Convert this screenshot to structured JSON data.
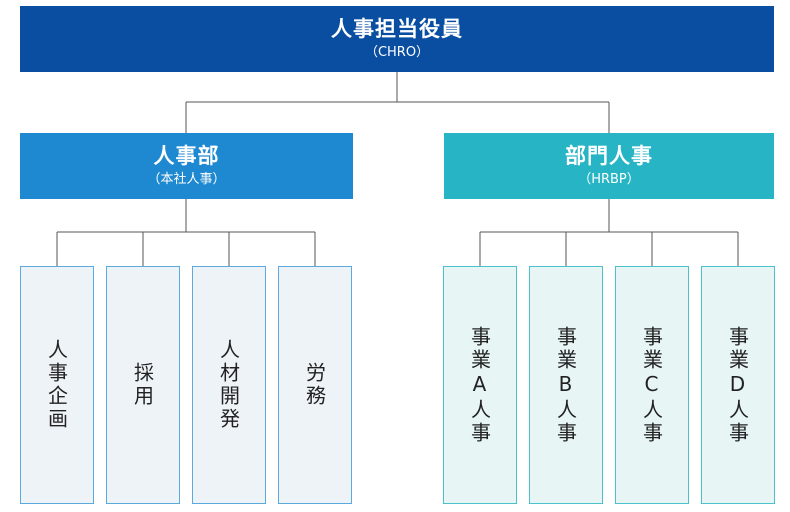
{
  "top": {
    "title": "人事担当役員",
    "sub": "（CHRO）",
    "color": "#0a4ea2"
  },
  "hr_dept": {
    "title": "人事部",
    "sub": "（本社人事）",
    "color": "#1e88d0"
  },
  "bp_dept": {
    "title": "部門人事",
    "sub": "（HRBP）",
    "color": "#27b5c5"
  },
  "hr_children": [
    "人事企画",
    "採用",
    "人材開発",
    "労務"
  ],
  "bp_children": [
    "事業A人事",
    "事業B人事",
    "事業C人事",
    "事業D人事"
  ]
}
